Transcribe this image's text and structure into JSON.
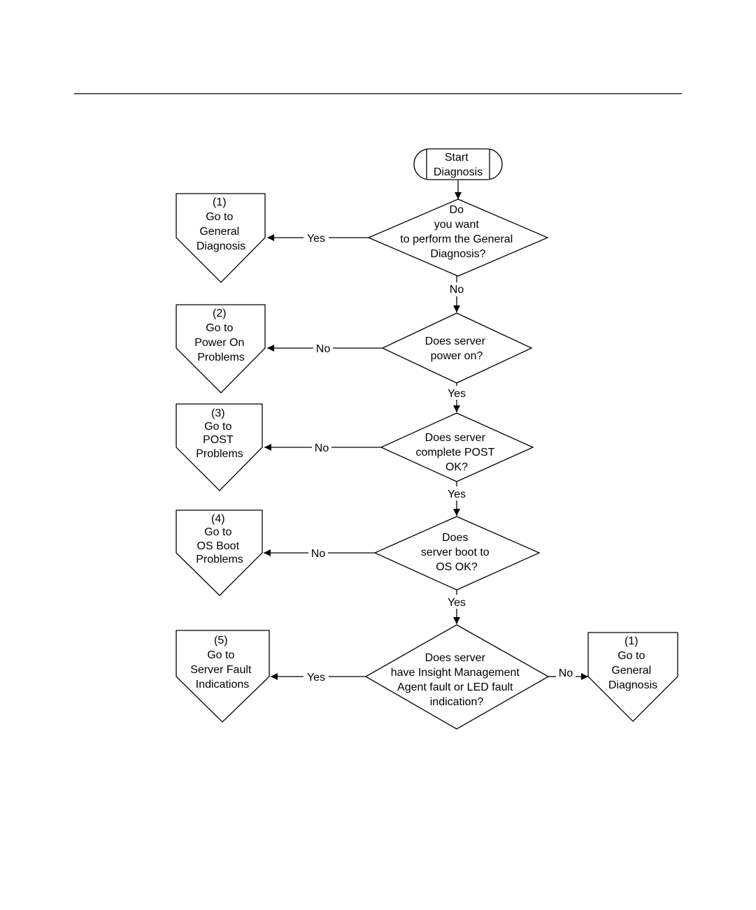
{
  "start": {
    "lines": [
      "Start",
      "Diagnosis"
    ]
  },
  "decisions": [
    {
      "id": "d1",
      "lines": [
        "Do",
        "you want",
        "to perform the General",
        "Diagnosis?"
      ]
    },
    {
      "id": "d2",
      "lines": [
        "Does server",
        "power on?"
      ]
    },
    {
      "id": "d3",
      "lines": [
        "Does server",
        "complete POST",
        "OK?"
      ]
    },
    {
      "id": "d4",
      "lines": [
        "Does",
        "server boot to",
        "OS OK?"
      ]
    },
    {
      "id": "d5",
      "lines": [
        "Does server",
        "have Insight Management",
        "Agent fault or LED fault",
        "indication?"
      ]
    }
  ],
  "offpage": [
    {
      "id": "o1",
      "lines": [
        "(1)",
        "Go to",
        "General",
        "Diagnosis"
      ]
    },
    {
      "id": "o2",
      "lines": [
        "(2)",
        "Go to",
        "Power On",
        "Problems"
      ]
    },
    {
      "id": "o3",
      "lines": [
        "(3)",
        "Go to",
        "POST",
        "Problems"
      ]
    },
    {
      "id": "o4",
      "lines": [
        "(4)",
        "Go to",
        "OS Boot",
        "Problems"
      ]
    },
    {
      "id": "o5",
      "lines": [
        "(5)",
        "Go to",
        "Server Fault",
        "Indications"
      ]
    },
    {
      "id": "o6",
      "lines": [
        "(1)",
        "Go to",
        "General",
        "Diagnosis"
      ]
    }
  ],
  "edges": [
    {
      "id": "start-d1"
    },
    {
      "id": "d1-o1",
      "label": "Yes"
    },
    {
      "id": "d1-d2",
      "label": "No"
    },
    {
      "id": "d2-o2",
      "label": "No"
    },
    {
      "id": "d2-d3",
      "label": "Yes"
    },
    {
      "id": "d3-o3",
      "label": "No"
    },
    {
      "id": "d3-d4",
      "label": "Yes"
    },
    {
      "id": "d4-o4",
      "label": "No"
    },
    {
      "id": "d4-d5",
      "label": "Yes"
    },
    {
      "id": "d5-o5",
      "label": "Yes"
    },
    {
      "id": "d5-o6",
      "label": "No"
    }
  ]
}
